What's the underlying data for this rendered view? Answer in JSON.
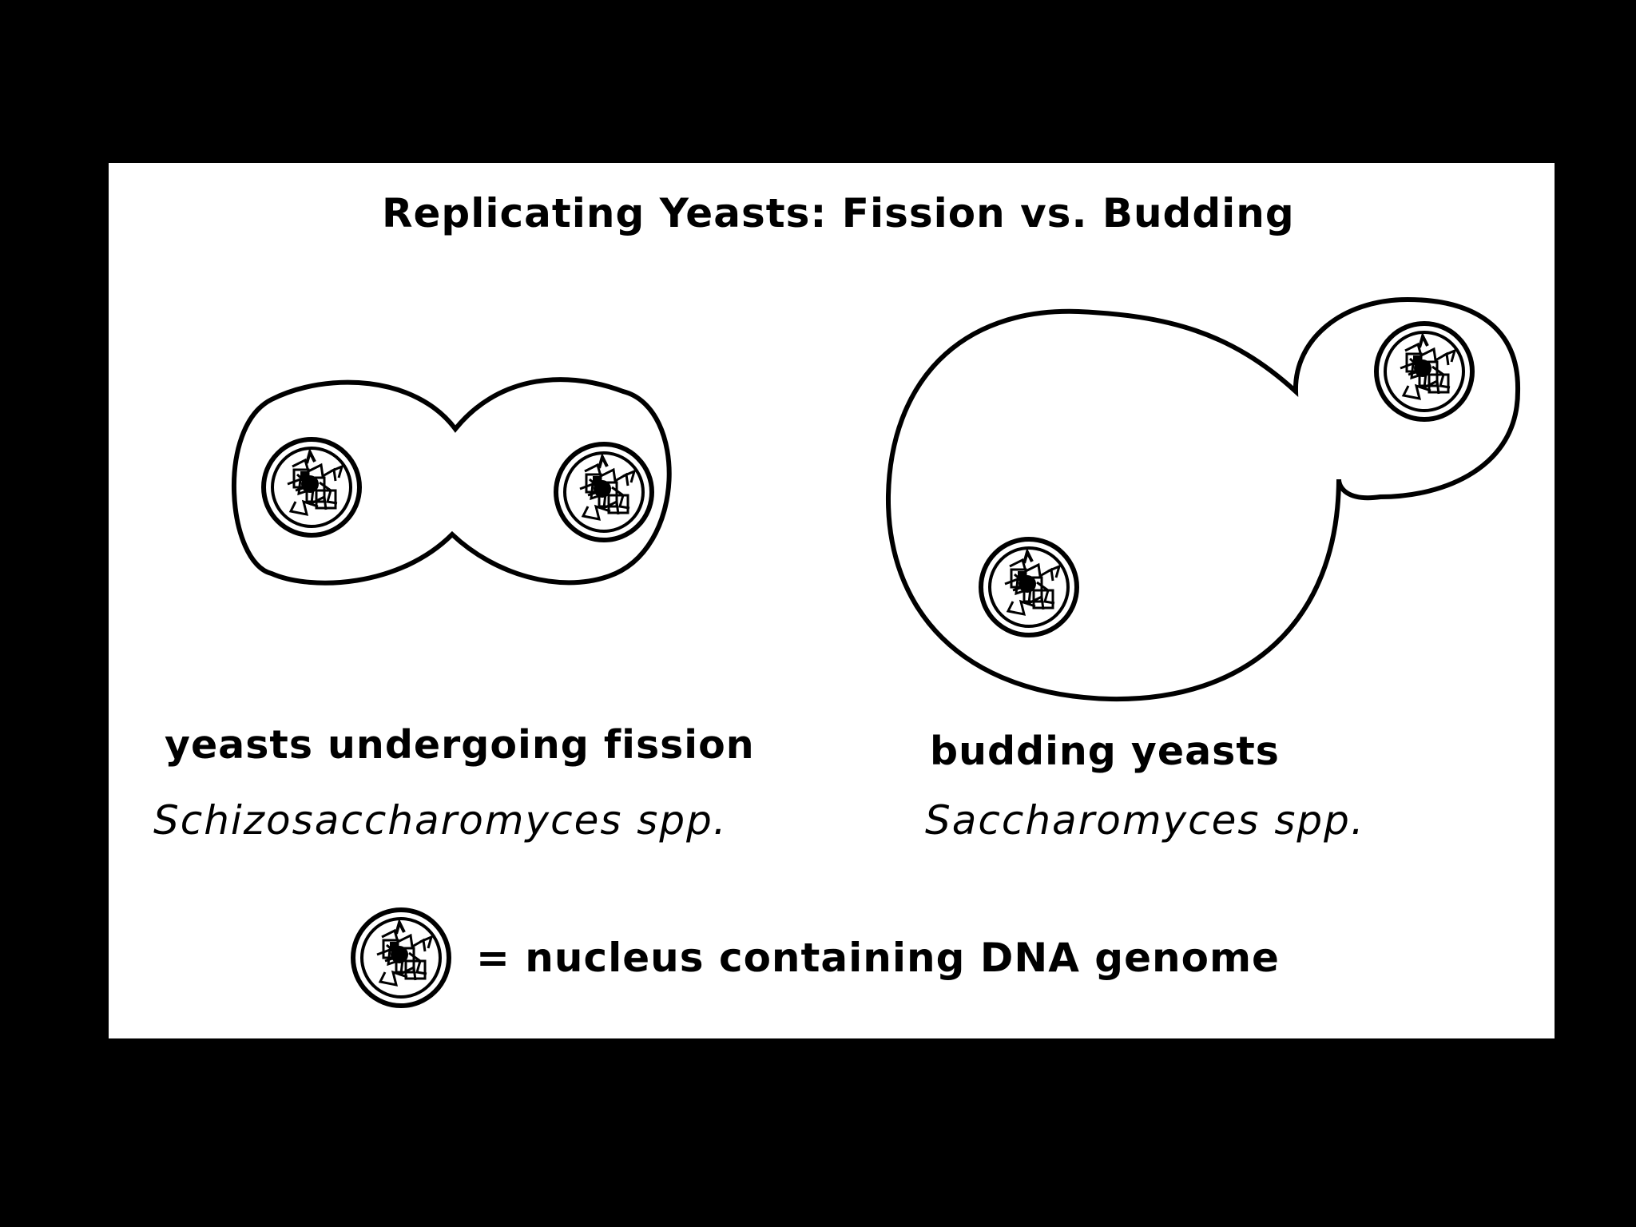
{
  "title": "Replicating Yeasts: Fission vs. Budding",
  "fission": {
    "label": "yeasts undergoing fission",
    "genus": "Schizosaccharomyces spp."
  },
  "budding": {
    "label": "budding yeasts",
    "genus": "Saccharomyces spp."
  },
  "legend": {
    "text": "= nucleus containing DNA genome"
  },
  "colors": {
    "background": "#000000",
    "panel": "#ffffff",
    "ink": "#000000"
  }
}
